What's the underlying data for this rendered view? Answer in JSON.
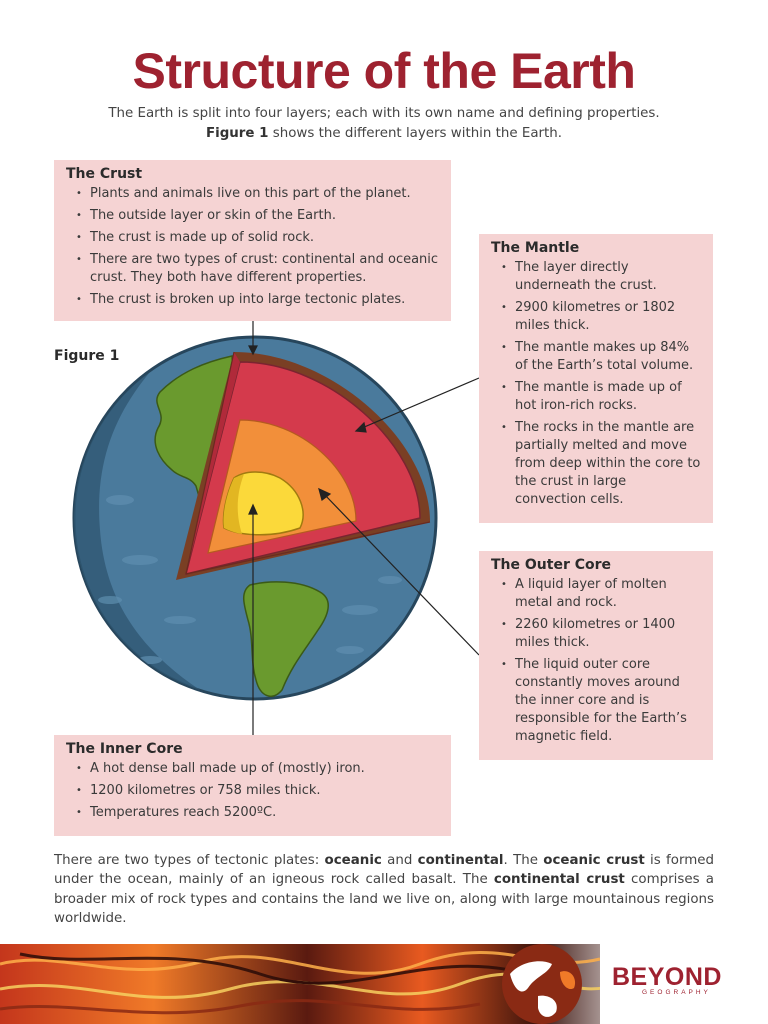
{
  "title": "Structure of the Earth",
  "intro": {
    "line1": "The Earth is split into four layers; each with its own name and defining properties.",
    "fig_ref": "Figure 1",
    "line2_rest": " shows the different layers within the Earth."
  },
  "figure_label": "Figure 1",
  "crust": {
    "heading": "The Crust",
    "items": [
      "Plants and animals live on this part of the planet.",
      "The outside layer or skin of the Earth.",
      "The crust is made up of solid rock.",
      "There are two types of crust: continental and oceanic crust. They both have different properties.",
      "The crust is broken up into large tectonic plates."
    ]
  },
  "mantle": {
    "heading": "The Mantle",
    "items": [
      "The layer directly underneath the crust.",
      "2900 kilometres or 1802 miles thick.",
      "The mantle makes up 84% of the Earth’s total volume.",
      "The mantle is made up of hot iron-rich rocks.",
      "The rocks in the mantle are partially melted and move from deep within the core to the crust in large convection cells."
    ]
  },
  "outer_core": {
    "heading": "The Outer Core",
    "items": [
      "A liquid layer of molten metal and rock.",
      "2260 kilometres or 1400 miles thick.",
      "The liquid outer core constantly moves around the inner core and is responsible for the Earth’s magnetic field."
    ]
  },
  "inner_core": {
    "heading": "The Inner Core",
    "items": [
      "A hot dense ball made up of (mostly) iron.",
      "1200 kilometres or 758 miles thick.",
      "Temperatures reach 5200ºC."
    ]
  },
  "footer": {
    "p1": "There are two types of tectonic plates: ",
    "b1": "oceanic",
    "p2": " and ",
    "b2": "continental",
    "p3": ". The ",
    "b3": "oceanic crust",
    "p4": " is formed under the ocean, mainly of an igneous rock called basalt. The ",
    "b4": "continental crust",
    "p5": " comprises a broader mix of rock types and contains the land we live on, along with large mountainous regions worldwide."
  },
  "logo": {
    "big": "BEYOND",
    "small": "GEOGRAPHY"
  },
  "colors": {
    "title": "#9e2230",
    "box_bg": "#f5d3d3",
    "ocean": "#4a7a9c",
    "land": "#6a9a2e",
    "crust": "#7a3f24",
    "mantle": "#d43a4c",
    "outer_core": "#f28f3a",
    "inner_core": "#fbd93a"
  }
}
